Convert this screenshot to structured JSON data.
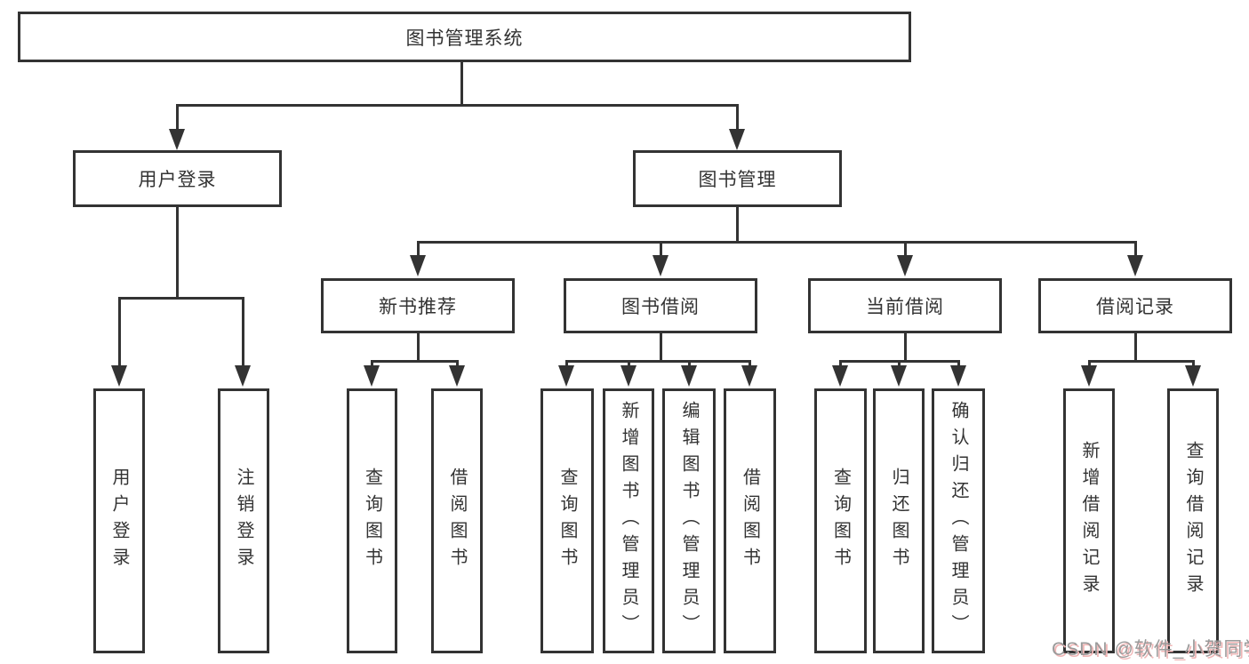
{
  "diagram_title": "图书管理系统",
  "colors": {
    "line": "#333333",
    "text": "#333333",
    "background": "#ffffff",
    "watermark_gray": "#9a9a9a",
    "watermark_pink": "#f0b6b6"
  },
  "nodes": {
    "root": "图书管理系统",
    "level2": [
      {
        "label": "用户登录"
      },
      {
        "label": "图书管理"
      }
    ],
    "level3": [
      {
        "label": "新书推荐"
      },
      {
        "label": "图书借阅"
      },
      {
        "label": "当前借阅"
      },
      {
        "label": "借阅记录"
      }
    ],
    "leaves": {
      "user_login": [
        "用户登录",
        "注销登录"
      ],
      "recommend": [
        "查询图书",
        "借阅图书"
      ],
      "borrow": [
        "查询图书",
        "新增图书（管理员）",
        "编辑图书（管理员）",
        "借阅图书"
      ],
      "current": [
        "查询图书",
        "归还图书",
        "确认归还（管理员）"
      ],
      "records": [
        "新增借阅记录",
        "查询借阅记录"
      ]
    }
  },
  "watermark": "CSDN @软件_小贺同学"
}
